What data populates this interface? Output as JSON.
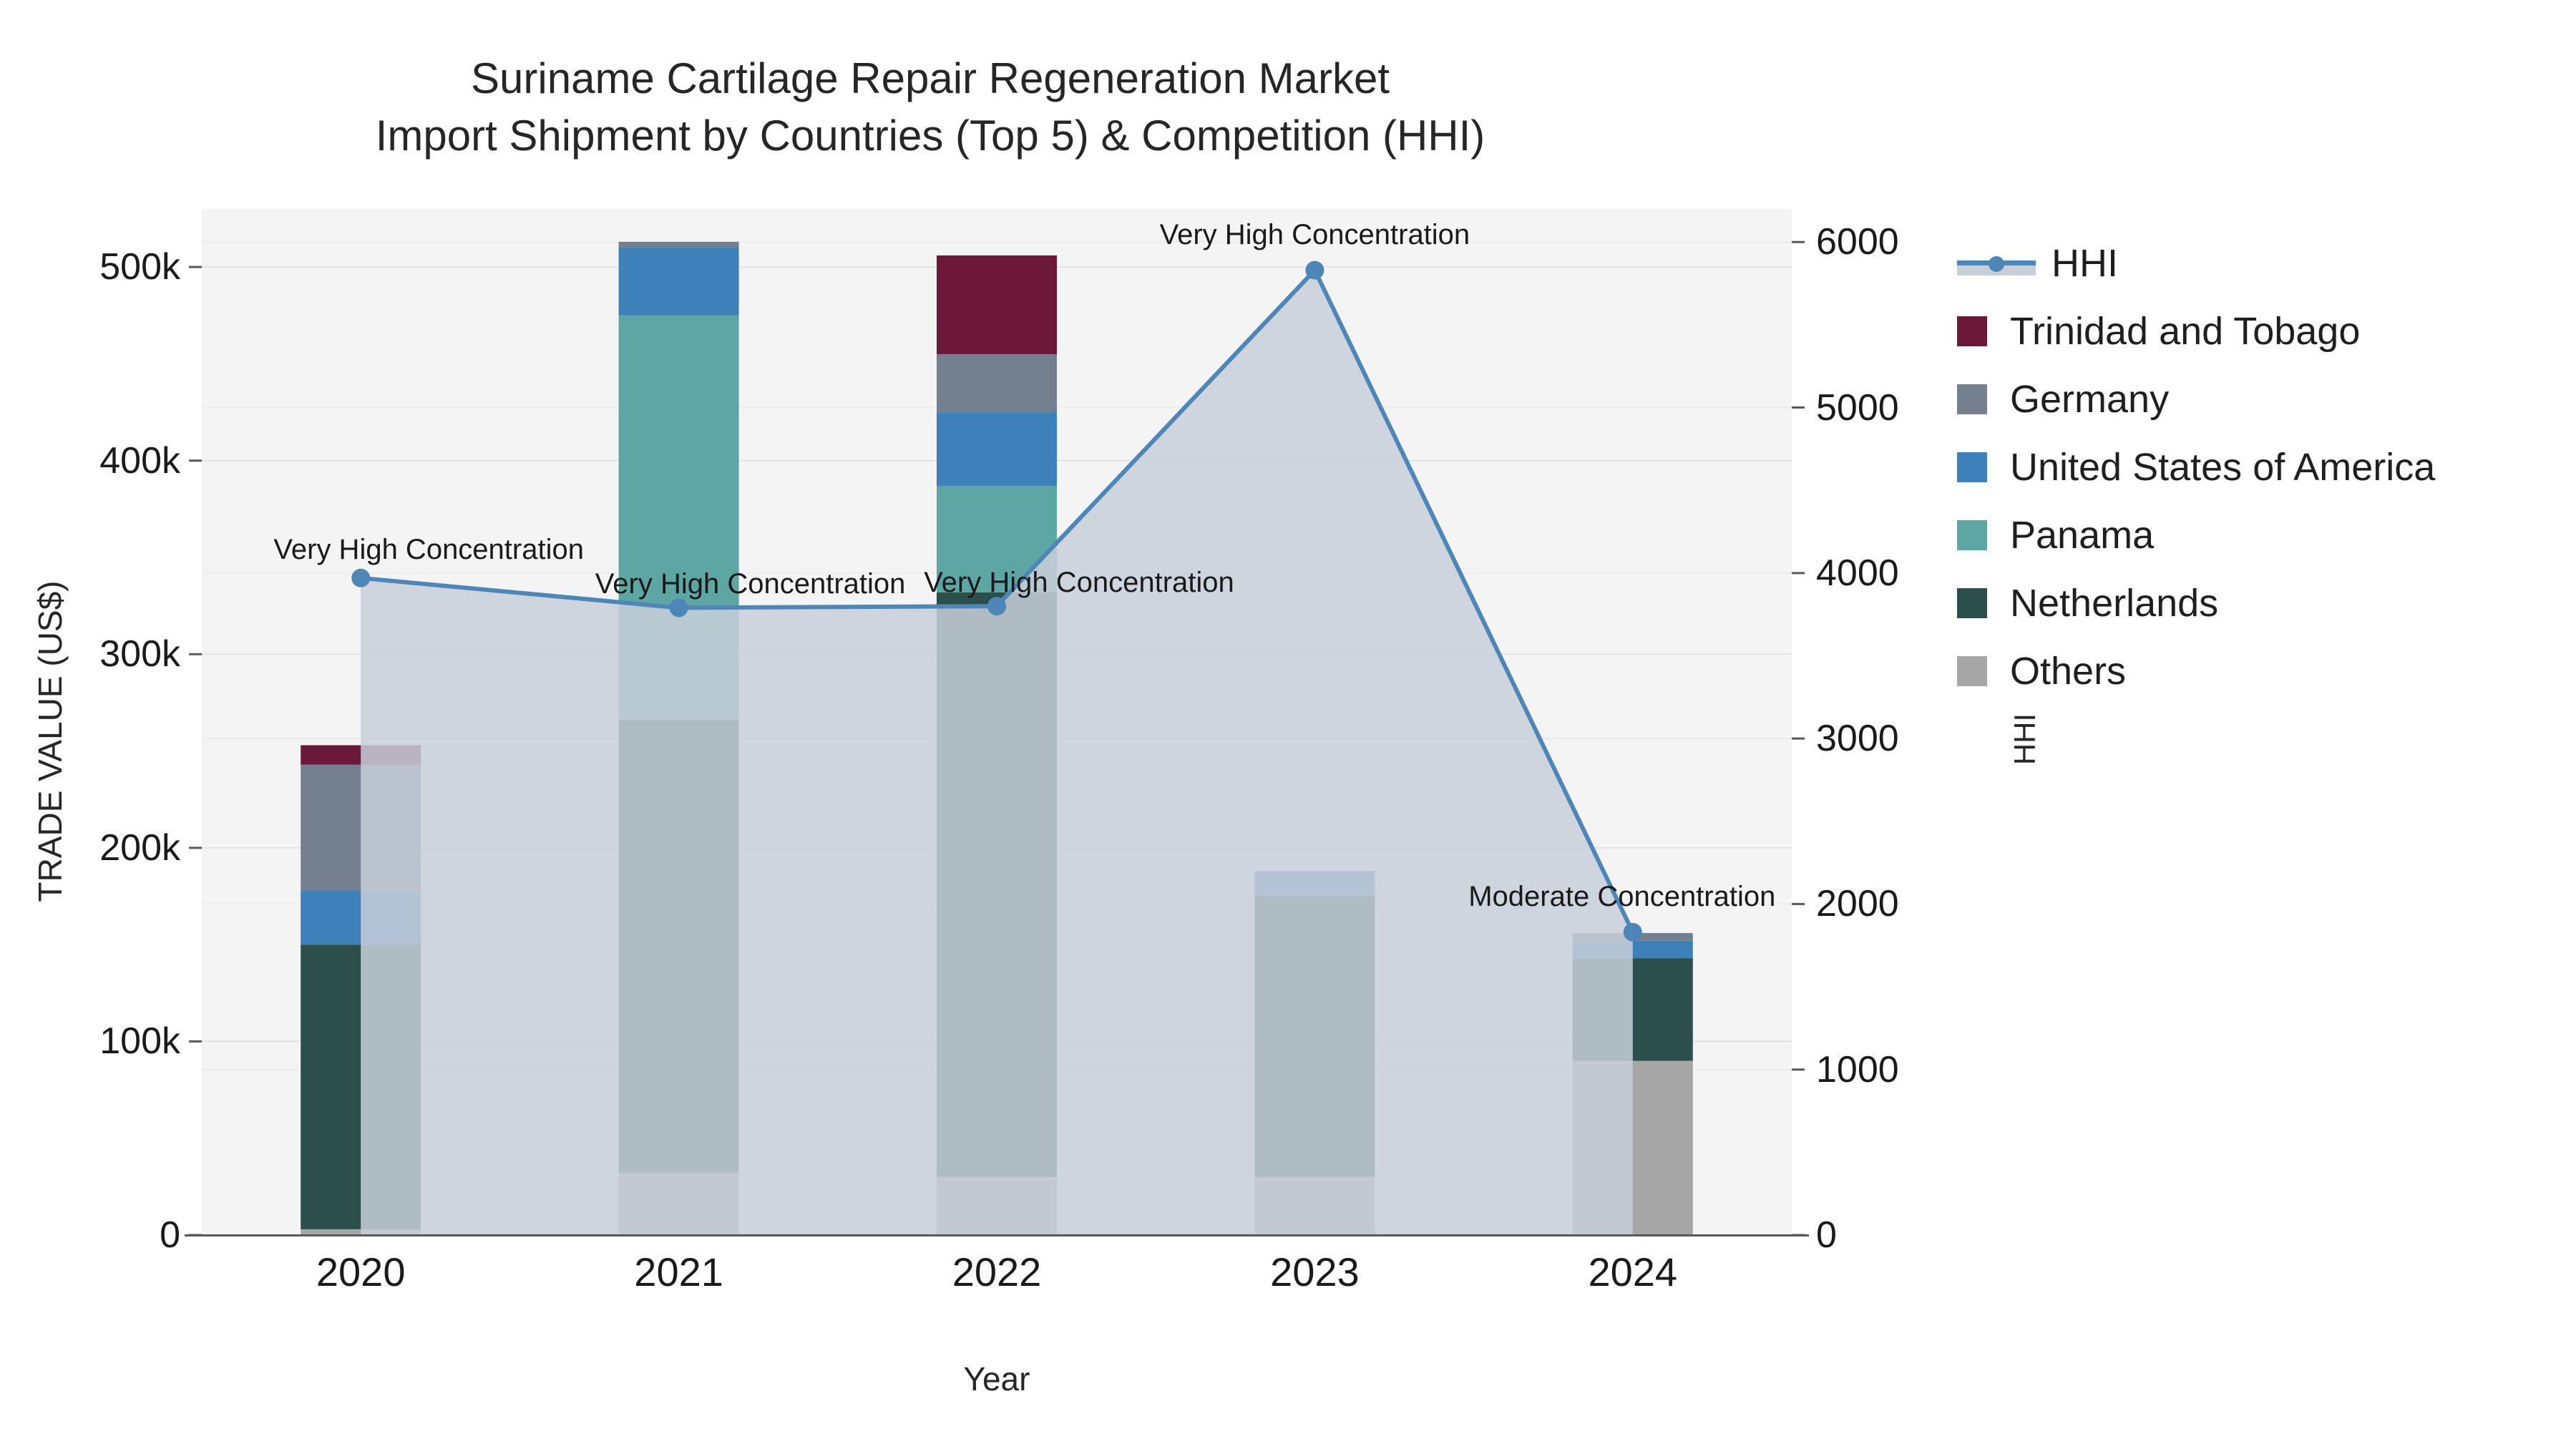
{
  "title": "Suriname Cartilage Repair Regeneration Market\nImport Shipment by Countries (Top 5) & Competition (HHI)",
  "axes": {
    "y_left_label": "TRADE VALUE (US$)",
    "y_right_label": "HHI",
    "x_label": "Year",
    "y_left_ticks": [
      "0",
      "100k",
      "200k",
      "300k",
      "400k",
      "500k"
    ],
    "y_right_ticks": [
      "0",
      "1000",
      "2000",
      "3000",
      "4000",
      "5000",
      "6000"
    ],
    "x_ticks": [
      "2020",
      "2021",
      "2022",
      "2023",
      "2024"
    ]
  },
  "legend": {
    "items": [
      {
        "label": "HHI",
        "color": "#4e86b8",
        "type": "line"
      },
      {
        "label": "Trinidad and Tobago",
        "color": "#6b1839",
        "type": "swatch"
      },
      {
        "label": "Germany",
        "color": "#74808f",
        "type": "swatch"
      },
      {
        "label": "United States of America",
        "color": "#3d80ba",
        "type": "swatch"
      },
      {
        "label": "Panama",
        "color": "#5da6a4",
        "type": "swatch"
      },
      {
        "label": "Netherlands",
        "color": "#2d4f4c",
        "type": "swatch"
      },
      {
        "label": "Others",
        "color": "#a6a6a6",
        "type": "swatch"
      }
    ]
  },
  "annotations": [
    {
      "year": "2020",
      "text": "Very High Concentration"
    },
    {
      "year": "2021",
      "text": "Very High Concentration"
    },
    {
      "year": "2022",
      "text": "Very High Concentration"
    },
    {
      "year": "2023",
      "text": "Very High Concentration"
    },
    {
      "year": "2024",
      "text": "Moderate Concentration"
    }
  ],
  "colors": {
    "hhi_line": "#4e86b8",
    "hhi_fill": "#c8cfd9",
    "plot_bg": "#f4f4f4",
    "grid": "#e6e6e6"
  },
  "chart_data": {
    "type": "bar",
    "title": "Suriname Cartilage Repair Regeneration Market Import Shipment by Countries (Top 5) & Competition (HHI)",
    "xlabel": "Year",
    "ylabel": "TRADE VALUE (US$)",
    "y2label": "HHI",
    "categories": [
      "2020",
      "2021",
      "2022",
      "2023",
      "2024"
    ],
    "ylim": [
      0,
      530000
    ],
    "y2lim": [
      0,
      6200
    ],
    "grid": true,
    "legend_position": "right",
    "stacked": true,
    "series": [
      {
        "name": "Others",
        "color": "#a6a6a6",
        "values": [
          3000,
          32000,
          30000,
          30000,
          90000
        ]
      },
      {
        "name": "Netherlands",
        "color": "#2d4f4c",
        "values": [
          147000,
          234000,
          302000,
          145000,
          53000
        ]
      },
      {
        "name": "Panama",
        "color": "#5da6a4",
        "values": [
          0,
          209000,
          55000,
          0,
          0
        ]
      },
      {
        "name": "United States of America",
        "color": "#3d80ba",
        "values": [
          28000,
          35000,
          38000,
          13000,
          9000
        ]
      },
      {
        "name": "Germany",
        "color": "#74808f",
        "values": [
          65000,
          3000,
          30000,
          0,
          4000
        ]
      },
      {
        "name": "Trinidad and Tobago",
        "color": "#6b1839",
        "values": [
          10000,
          0,
          51000,
          0,
          0
        ]
      }
    ],
    "totals": [
      253000,
      513000,
      506000,
      188000,
      156000
    ],
    "hhi_series": {
      "name": "HHI",
      "color": "#4e86b8",
      "values": [
        3970,
        3790,
        3800,
        5830,
        1830
      ],
      "labels": [
        "Very High Concentration",
        "Very High Concentration",
        "Very High Concentration",
        "Very High Concentration",
        "Moderate Concentration"
      ]
    }
  }
}
